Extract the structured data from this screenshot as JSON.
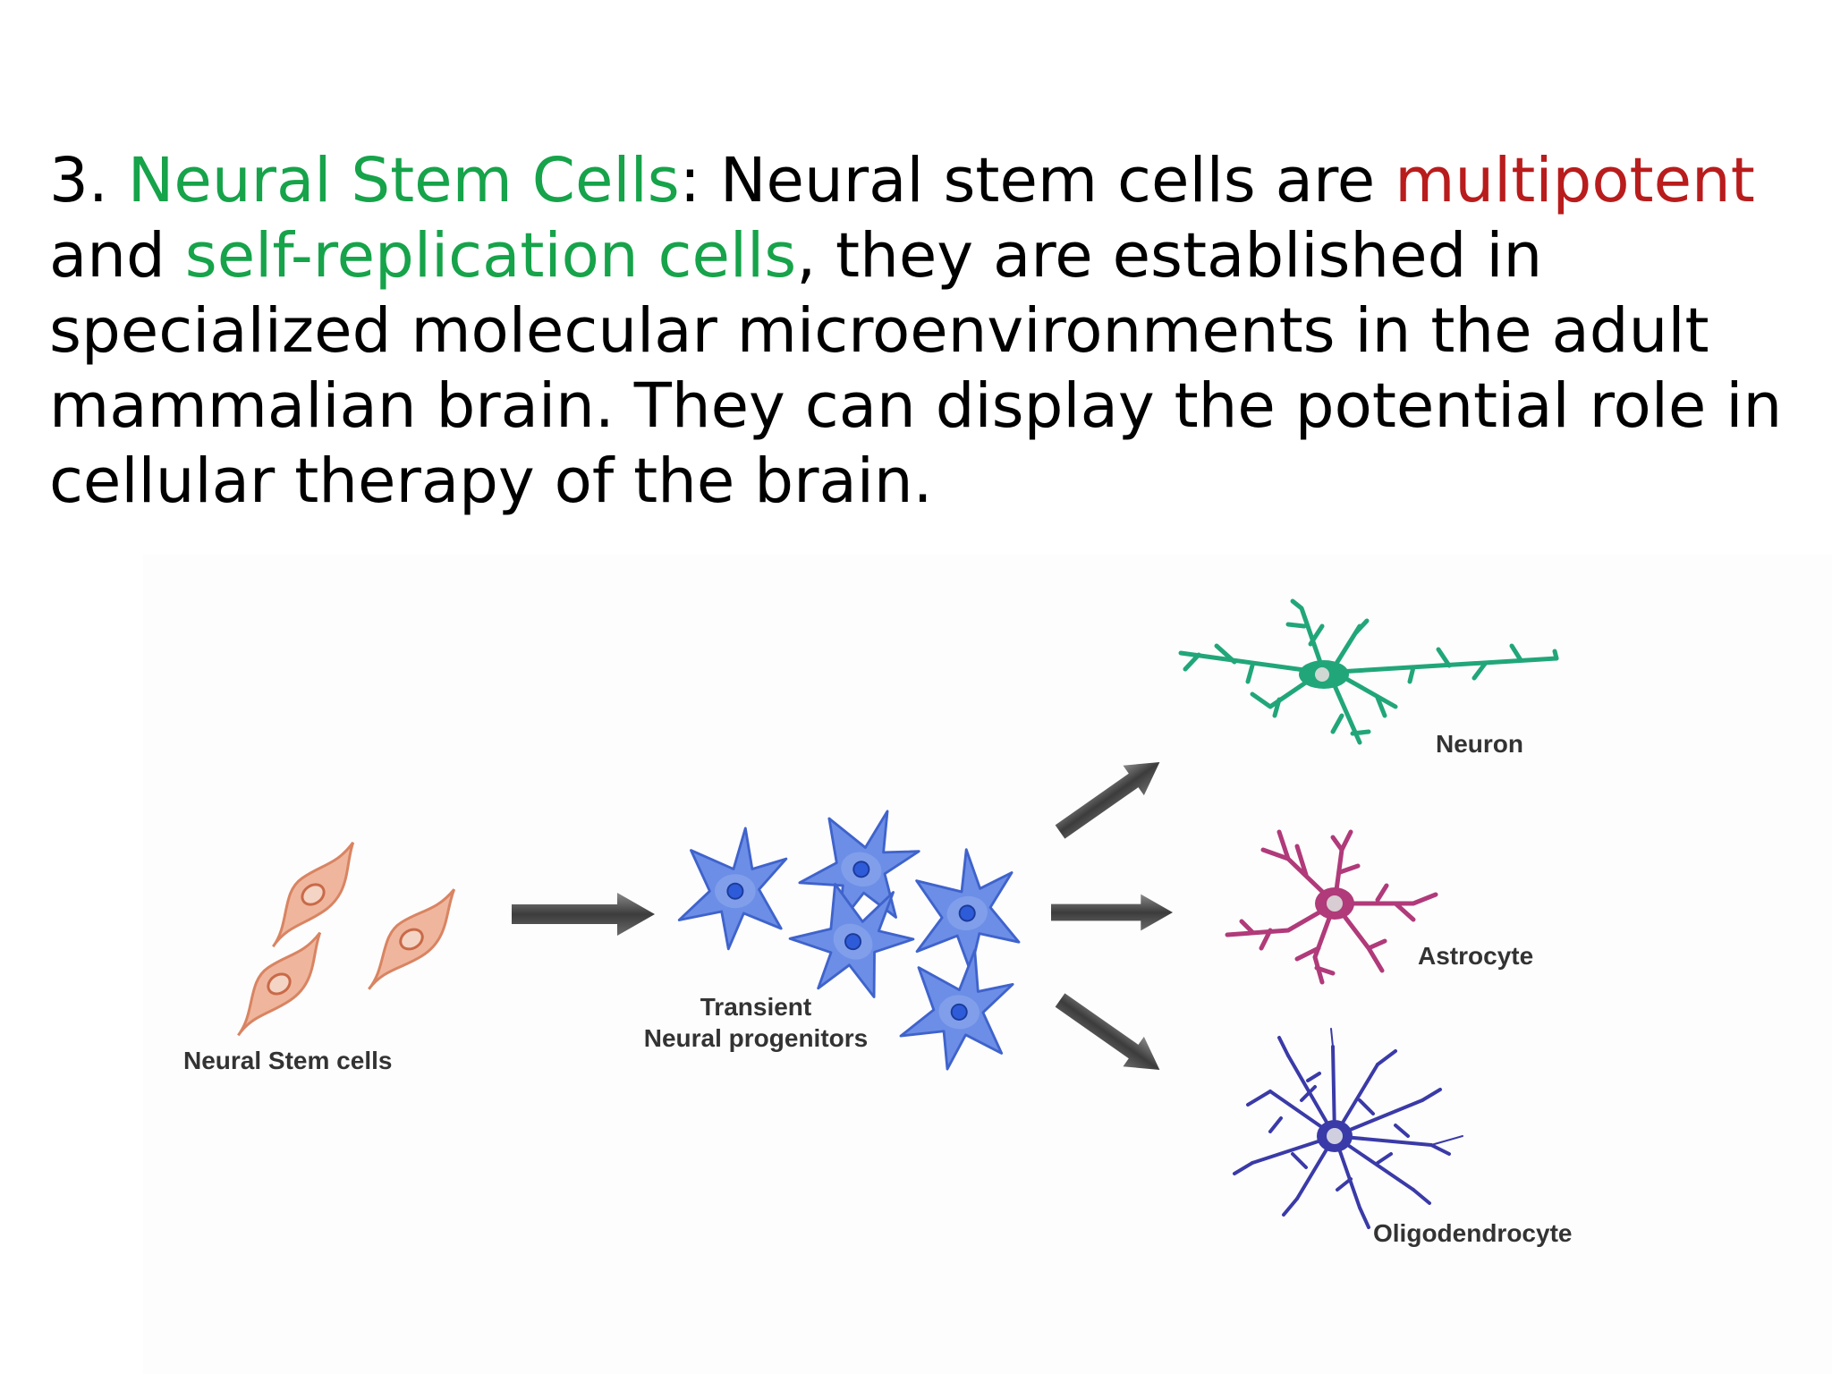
{
  "paragraph": {
    "number": "3. ",
    "term": "Neural Stem Cells",
    "t1": ": Neural stem cells are ",
    "multipotent": "multipotent",
    "t2": " and ",
    "self_replication": "self-replication cells",
    "t3": ", they are established in specialized molecular microenvironments in the adult mammalian brain. They can display the potential role in cellular therapy of the brain."
  },
  "diagram": {
    "stem_cells_label": "Neural Stem cells",
    "progenitors_label_line1": "Transient",
    "progenitors_label_line2": "Neural progenitors",
    "neuron_label": "Neuron",
    "astrocyte_label": "Astrocyte",
    "oligodendrocyte_label": "Oligodendrocyte"
  },
  "colors": {
    "green_highlight": "#16a34a",
    "red_highlight": "#b91c1c",
    "stem_cell": "#e8a58a",
    "progenitor": "#5b7fe0",
    "neuron": "#21a67a",
    "astrocyte": "#b03a7a",
    "oligodendrocyte": "#3a3aa8",
    "arrow": "#555555"
  }
}
